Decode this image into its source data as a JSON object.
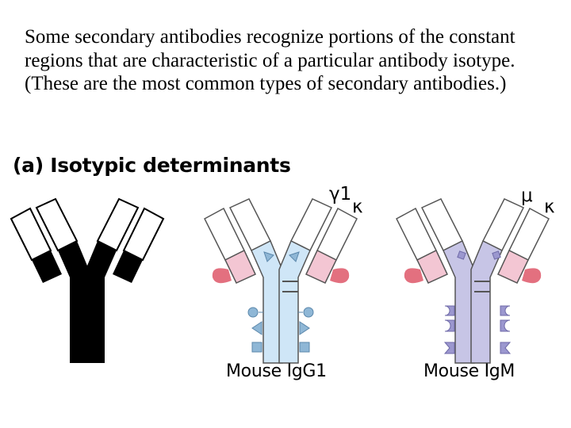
{
  "intro_text": "Some secondary antibodies recognize portions of the constant regions that are characteristic of a particular antibody isotype.  (These are the most common types of secondary antibodies.)",
  "panel_title": "(a) Isotypic determinants",
  "antibodies": [
    {
      "caption": "",
      "heavy_chain_label": "",
      "light_chain_label": ""
    },
    {
      "caption": "Mouse IgG1",
      "heavy_chain_label": "γ1",
      "light_chain_label": "κ"
    },
    {
      "caption": "Mouse IgM",
      "heavy_chain_label": "μ",
      "light_chain_label": "κ"
    }
  ],
  "colors": {
    "generic_heavy": "#000000",
    "igg1_heavy": "#cfe6f7",
    "igg1_determinant": "#8fb7d6",
    "igm_heavy": "#c7c5e6",
    "igm_determinant": "#9b97cf",
    "light_constant": "#f3c6d3",
    "light_determinant": "#e3707f"
  }
}
